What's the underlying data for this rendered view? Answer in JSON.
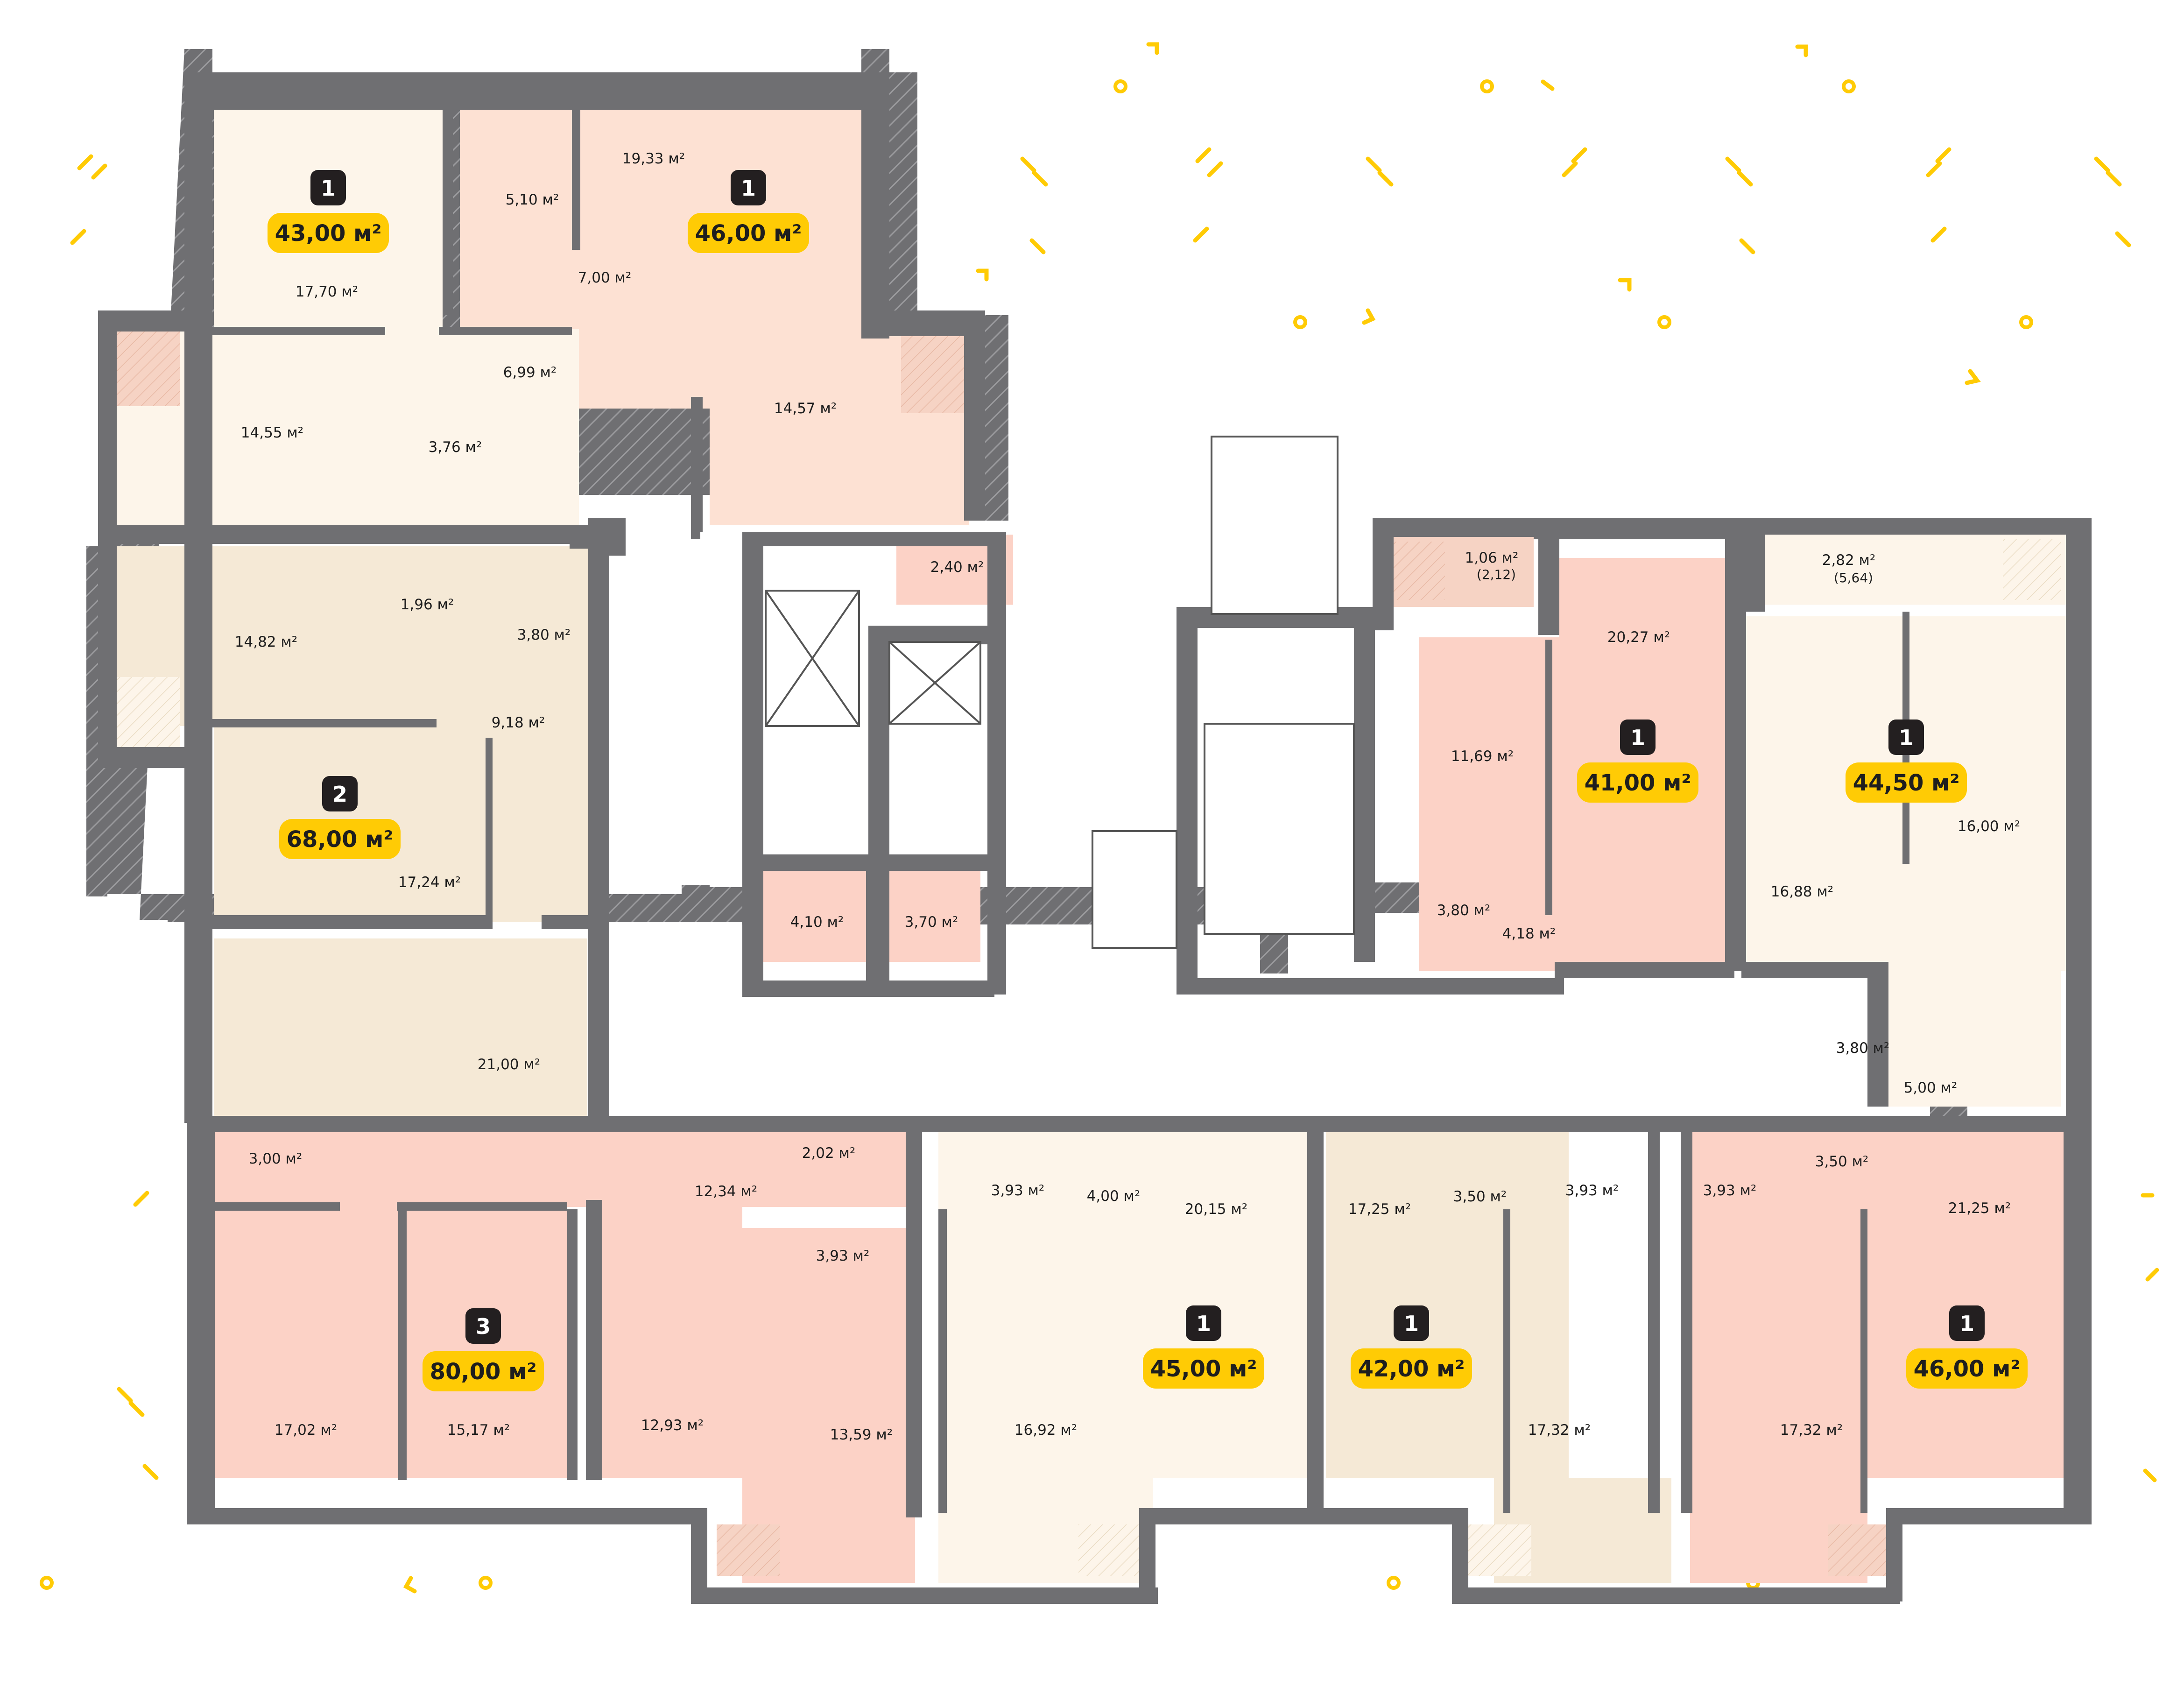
{
  "colors": {
    "wall": "#6f6f72",
    "wall_hatch": "#8a8a8d",
    "badge_yellow": "#ffcb05",
    "badge_dark": "#231f20",
    "cream": "#fdf5ea",
    "peach": "#fde1d3",
    "salmon": "#fcd2c6",
    "beige": "#f5e9d6",
    "balcony": "#f6d3c4",
    "accent_dash": "#ffcb05"
  },
  "units": [
    {
      "id": "u1",
      "rooms": "1",
      "total": "43,00 м²",
      "color": "cream"
    },
    {
      "id": "u2",
      "rooms": "1",
      "total": "46,00 м²",
      "color": "peach"
    },
    {
      "id": "u3",
      "rooms": "2",
      "total": "68,00 м²",
      "color": "beige"
    },
    {
      "id": "u4",
      "rooms": "1",
      "total": "41,00 м²",
      "color": "salmon"
    },
    {
      "id": "u5",
      "rooms": "1",
      "total": "44,50 м²",
      "color": "cream"
    },
    {
      "id": "u6",
      "rooms": "3",
      "total": "80,00 м²",
      "color": "salmon"
    },
    {
      "id": "u7",
      "rooms": "1",
      "total": "45,00 м²",
      "color": "cream"
    },
    {
      "id": "u8",
      "rooms": "1",
      "total": "42,00 м²",
      "color": "beige"
    },
    {
      "id": "u9",
      "rooms": "1",
      "total": "46,00 м²",
      "color": "salmon"
    }
  ],
  "room_labels": [
    "5,10 м²",
    "19,33 м²",
    "17,70 м²",
    "7,00 м²",
    "6,99 м²",
    "14,55 м²",
    "3,76 м²",
    "14,57 м²",
    "14,82 м²",
    "1,96 м²",
    "3,80 м²",
    "9,18 м²",
    "17,24 м²",
    "21,00 м²",
    "2,40 м²",
    "4,10 м²",
    "3,70 м²",
    "1,06 м²",
    "(2,12)",
    "20,27 м²",
    "2,82 м²",
    "(5,64)",
    "11,69 м²",
    "16,00 м²",
    "16,88 м²",
    "3,80 м²",
    "4,18 м²",
    "3,80 м²",
    "5,00 м²",
    "3,00 м²",
    "12,34 м²",
    "2,02 м²",
    "3,93 м²",
    "3,93 м²",
    "4,00 м²",
    "20,15 м²",
    "17,25 м²",
    "3,50 м²",
    "3,93 м²",
    "3,93 м²",
    "3,50 м²",
    "21,25 м²",
    "17,02 м²",
    "15,17 м²",
    "12,93 м²",
    "13,59 м²",
    "16,92 м²",
    "17,32 м²",
    "17,32 м²"
  ]
}
